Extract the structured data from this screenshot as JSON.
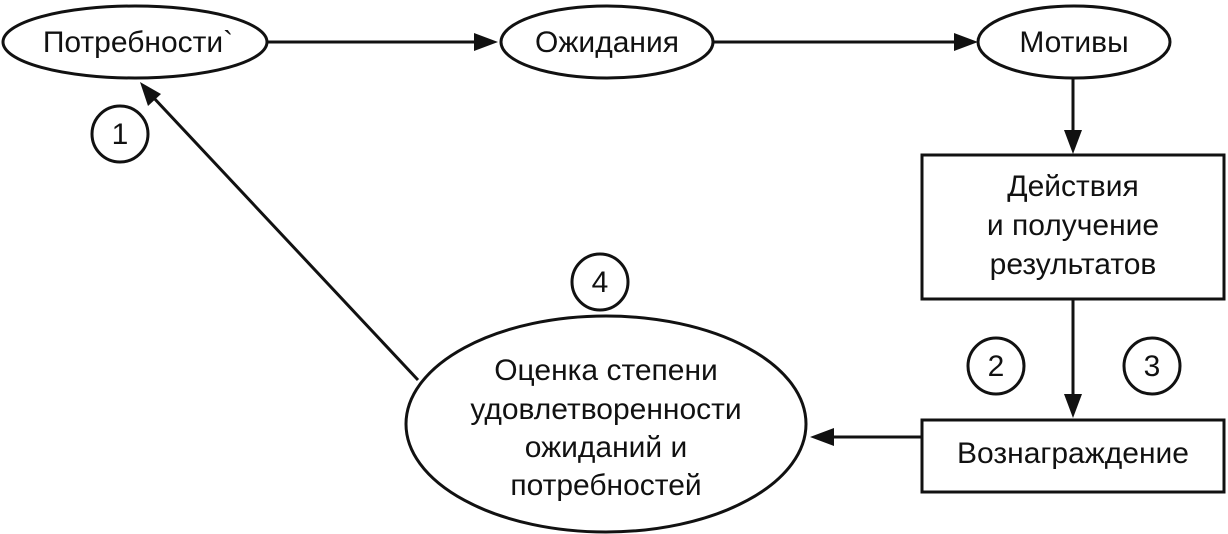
{
  "nodes": {
    "needs": {
      "label": "Потребности`"
    },
    "expectations": {
      "label": "Ожидания"
    },
    "motives": {
      "label": "Мотивы"
    },
    "actions": {
      "lines": [
        "Действия",
        "и получение",
        "результатов"
      ]
    },
    "reward": {
      "label": "Вознаграждение"
    },
    "evaluation": {
      "lines": [
        "Оценка степени",
        "удовлетворенности",
        "ожиданий и",
        "потребностей"
      ]
    }
  },
  "markers": {
    "m1": "1",
    "m2": "2",
    "m3": "3",
    "m4": "4"
  },
  "colors": {
    "stroke": "#111111",
    "background": "#ffffff"
  }
}
